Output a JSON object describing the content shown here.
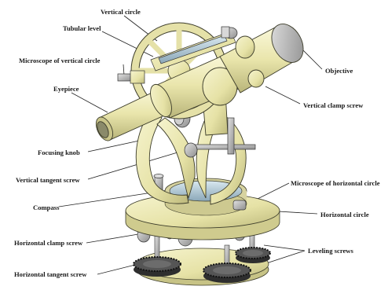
{
  "labels": {
    "vertical_circle": "Vertical circle",
    "tubular_level": "Tubular level",
    "microscope_vertical": "Microscope of vertical circle",
    "eyepiece": "Eyepiece",
    "objective": "Objective",
    "vertical_clamp": "Vertical clamp screw",
    "focusing_knob": "Focusing knob",
    "vertical_tangent": "Vertical tangent screw",
    "compass": "Compass",
    "microscope_horizontal": "Microscope of horizontal circle",
    "horizontal_circle": "Horizontal circle",
    "horizontal_clamp": "Horizontal clamp screw",
    "leveling_screws": "Leveling screws",
    "horizontal_tangent": "Horizontal tangent screw"
  },
  "colors": {
    "body": "#ece9b4",
    "body_shade": "#c9c58a",
    "outline": "#3c3c2a",
    "gear": "#333333",
    "glass": "#9fb7c9",
    "lens_grey": "#b5b5b5"
  }
}
